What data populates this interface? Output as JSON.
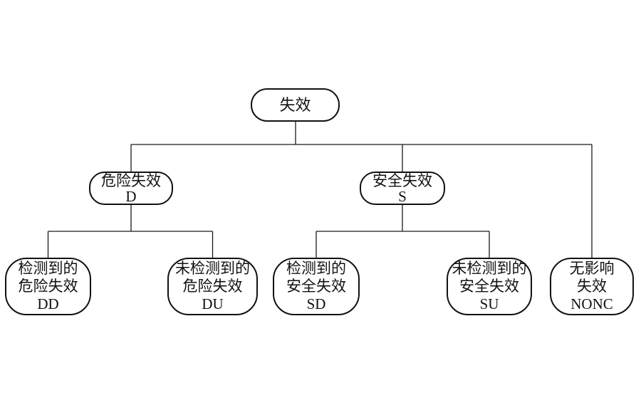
{
  "diagram": {
    "type": "tree",
    "background_color": "#ffffff",
    "line_color": "#1a1a1a",
    "node_border_color": "#111111",
    "nodes": {
      "failure": {
        "lines": [
          "失效"
        ]
      },
      "dangerous_failure": {
        "lines": [
          "危险失效",
          "D"
        ]
      },
      "safe_failure": {
        "lines": [
          "安全失效",
          "S"
        ]
      },
      "detected_dangerous_failure": {
        "lines": [
          "检测到的",
          "危险失效",
          "DD"
        ]
      },
      "undetected_dangerous_failure": {
        "lines": [
          "未检测到的",
          "危险失效",
          "DU"
        ]
      },
      "detected_safe_failure": {
        "lines": [
          "检测到的",
          "安全失效",
          "SD"
        ]
      },
      "undetected_safe_failure": {
        "lines": [
          "未检测到的",
          "安全失效",
          "SU"
        ]
      },
      "no_effect_failure": {
        "lines": [
          "无影响",
          "失效",
          "NONC"
        ]
      }
    },
    "edges": [
      {
        "from": "failure",
        "to": "dangerous_failure"
      },
      {
        "from": "failure",
        "to": "safe_failure"
      },
      {
        "from": "failure",
        "to": "no_effect_failure"
      },
      {
        "from": "dangerous_failure",
        "to": "detected_dangerous_failure"
      },
      {
        "from": "dangerous_failure",
        "to": "undetected_dangerous_failure"
      },
      {
        "from": "safe_failure",
        "to": "detected_safe_failure"
      },
      {
        "from": "safe_failure",
        "to": "undetected_safe_failure"
      }
    ]
  }
}
